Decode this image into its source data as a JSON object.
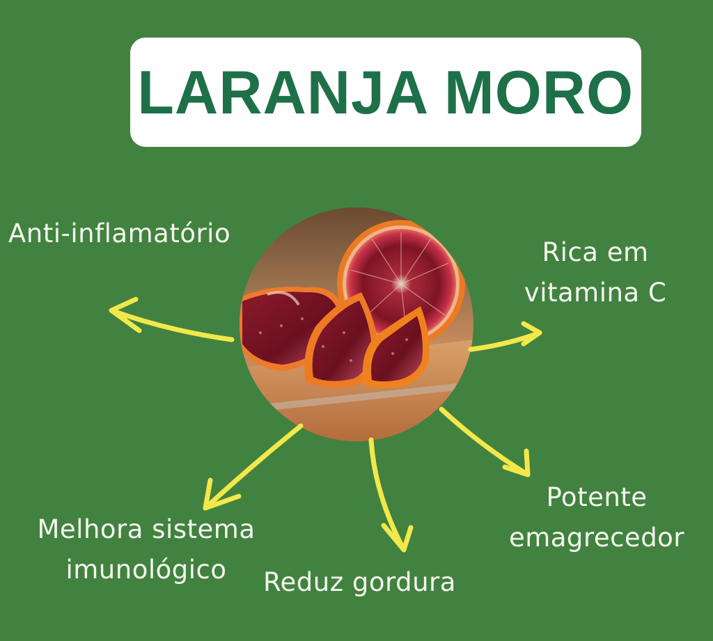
{
  "title": "LARANJA MORO",
  "colors": {
    "background": "#428240",
    "title_card": "#ffffff",
    "title_text": "#1e7048",
    "label_text": "#f4f7ee",
    "arrow": "#f3e84a"
  },
  "center_image": {
    "icon": "blood-orange-photo",
    "description": "Sliced blood oranges on a wooden cutting board"
  },
  "benefits": [
    {
      "id": "anti-inflammatory",
      "lines": [
        "Anti-inflamatório"
      ],
      "arrow": "left"
    },
    {
      "id": "vitamin-c",
      "lines": [
        "Rica em",
        "vitamina C"
      ],
      "arrow": "right"
    },
    {
      "id": "immune-system",
      "lines": [
        "Melhora sistema",
        "imunológico"
      ],
      "arrow": "down-left"
    },
    {
      "id": "reduce-fat",
      "lines": [
        "Reduz gordura"
      ],
      "arrow": "down"
    },
    {
      "id": "weight-loss",
      "lines": [
        "Potente",
        "emagrecedor"
      ],
      "arrow": "down-right"
    }
  ]
}
